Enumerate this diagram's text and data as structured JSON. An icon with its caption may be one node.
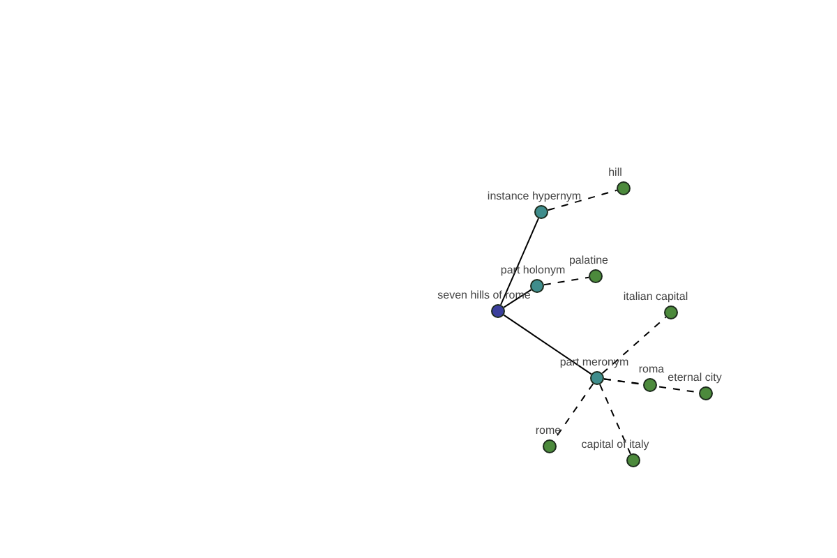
{
  "diagram": {
    "nodes": [
      {
        "text": [],
        "shape": "circle",
        "beside": [
          "seven hills of rome"
        ]
      },
      {
        "text": [],
        "shape": "circle",
        "beside": [
          "instance hypernym"
        ]
      },
      {
        "text": [],
        "shape": "circle",
        "beside": [
          "hill"
        ]
      },
      {
        "text": [],
        "shape": "circle",
        "beside": [
          "part holonym"
        ]
      },
      {
        "text": [],
        "shape": "circle",
        "beside": [
          "palatine"
        ]
      },
      {
        "text": [],
        "shape": "circle",
        "beside": [
          "part meronym"
        ]
      },
      {
        "text": [],
        "shape": "circle",
        "beside": [
          "italian capital"
        ]
      },
      {
        "text": [],
        "shape": "circle",
        "beside": [
          "roma"
        ]
      },
      {
        "text": [],
        "shape": "circle",
        "beside": [
          "eternal city"
        ]
      },
      {
        "text": [],
        "shape": "circle",
        "beside": [
          "rome"
        ]
      },
      {
        "text": [],
        "shape": "circle",
        "beside": [
          "capital of italy"
        ]
      }
    ],
    "edges": [
      {
        "from": 0,
        "to": 1,
        "arrow": "none"
      },
      {
        "from": 1,
        "to": 2,
        "arrow": "none",
        "style": "dashed"
      },
      {
        "from": 0,
        "to": 3,
        "arrow": "none"
      },
      {
        "from": 3,
        "to": 4,
        "arrow": "none",
        "style": "dashed"
      },
      {
        "from": 0,
        "to": 5,
        "arrow": "none"
      },
      {
        "from": 5,
        "to": 6,
        "arrow": "none",
        "style": "dashed"
      },
      {
        "from": 5,
        "to": 7,
        "arrow": "none",
        "style": "dashed"
      },
      {
        "from": 5,
        "to": 8,
        "arrow": "none",
        "style": "dashed"
      },
      {
        "from": 5,
        "to": 9,
        "arrow": "none",
        "style": "dashed"
      },
      {
        "from": 5,
        "to": 10,
        "arrow": "none",
        "style": "dashed"
      }
    ]
  }
}
